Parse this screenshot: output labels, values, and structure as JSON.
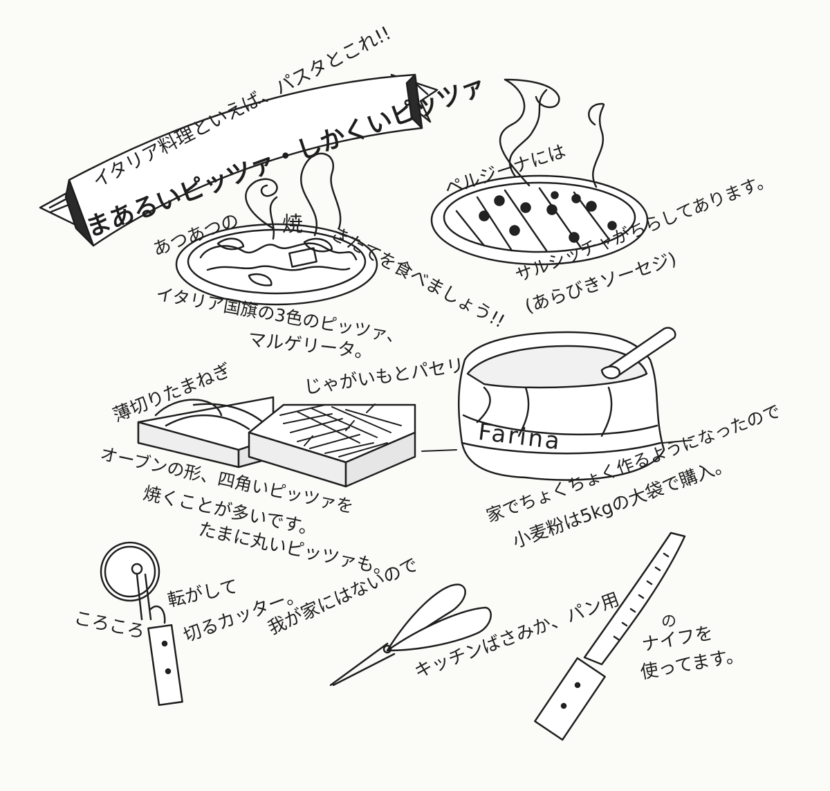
{
  "banner": {
    "subtitle": "イタリア料理といえば、パスタとこれ!!",
    "title": "まあるいピッツァ・しかくいピッツァ"
  },
  "notes": {
    "hot_pizza_1": "あつあつの",
    "hot_pizza_yaki": "焼",
    "hot_pizza_2": "きたてを食べましょう!!",
    "margherita_1": "イタリア国旗の3色のピッツァ、",
    "margherita_2": "マルゲリータ。",
    "parusiana": "ペルジーナには",
    "salsiccia_1": "サルシッチャがちらしてあります。",
    "salsiccia_2": "(あらびきソーセジ)",
    "onion": "薄切りたまねぎ",
    "potato": "じゃがいもとパセリ",
    "oven_1": "オーブンの形、四角いピッツァを",
    "oven_1a": "焼くことが多いです。",
    "oven_2": "たまに丸いピッツァも。",
    "flour_1": "家でちょくちょく作るようになったので",
    "flour_2": "小麦粉は5kgの大袋で購入。",
    "farina_label": "Farina",
    "cutter_1": "ころころ",
    "cutter_2": "転がして",
    "cutter_3": "切るカッター。",
    "scissors_1": "我が家にはないので",
    "scissors_2": "キッチンばさみか、パン用",
    "knife_1": "の",
    "knife_2": "ナイフを",
    "knife_3": "使ってます。"
  }
}
